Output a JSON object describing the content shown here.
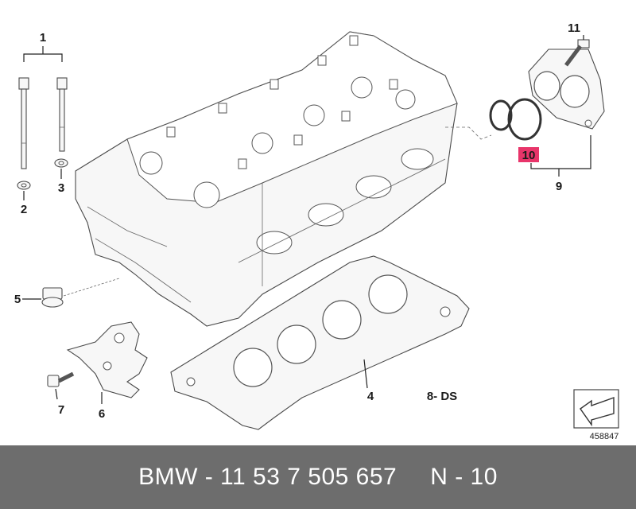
{
  "callouts": {
    "c1": "1",
    "c2": "2",
    "c3": "3",
    "c4": "4",
    "c5": "5",
    "c6": "6",
    "c7": "7",
    "c8": "8- DS",
    "c9": "9",
    "c10": "10",
    "c11": "11"
  },
  "diagram_id": "458847",
  "footer": {
    "part_number": "BMW - 11 53 7 505 657",
    "position": "N - 10"
  },
  "colors": {
    "highlight": "#e8356a",
    "footer_bg": "#6d6d6d",
    "line": "#222222"
  }
}
